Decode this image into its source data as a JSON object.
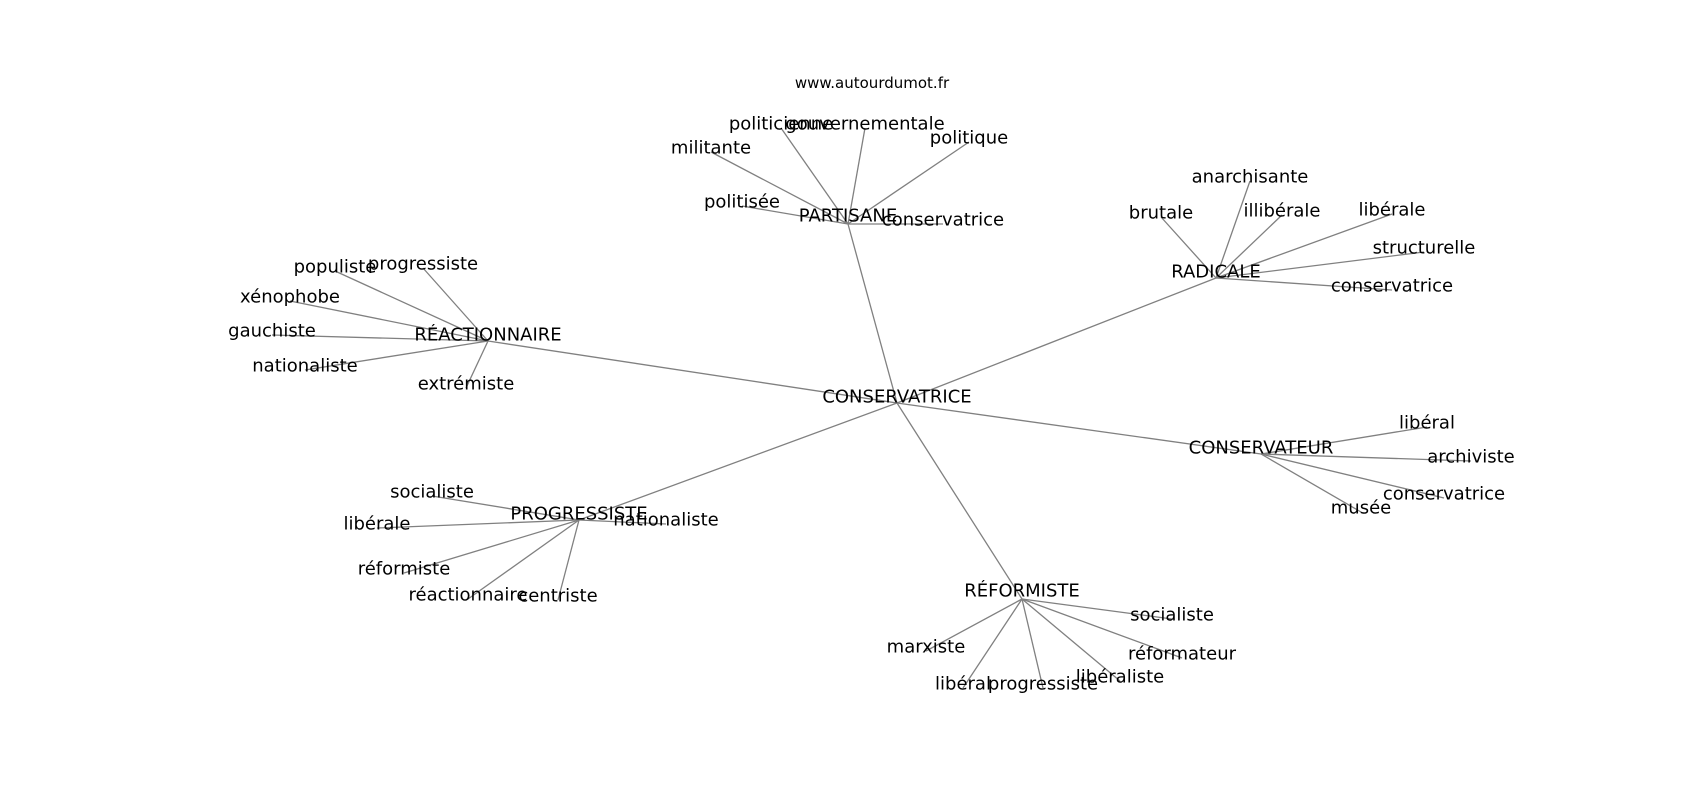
{
  "source_label": "www.autourdumot.fr",
  "colors": {
    "edge": "#808080",
    "text": "#000000",
    "background": "#ffffff"
  },
  "nodes": [
    {
      "id": "center",
      "label": "CONSERVATRICE"
    },
    {
      "id": "partisane",
      "label": "PARTISANE"
    },
    {
      "id": "p_politicienne",
      "label": "politicienne"
    },
    {
      "id": "p_gouvernementale",
      "label": "gouvernementale"
    },
    {
      "id": "p_politique",
      "label": "politique"
    },
    {
      "id": "p_militante",
      "label": "militante"
    },
    {
      "id": "p_politisee",
      "label": "politisée"
    },
    {
      "id": "p_conservatrice",
      "label": "conservatrice"
    },
    {
      "id": "radicale",
      "label": "RADICALE"
    },
    {
      "id": "r_anarchisante",
      "label": "anarchisante"
    },
    {
      "id": "r_brutale",
      "label": "brutale"
    },
    {
      "id": "r_illiberale",
      "label": "illibérale"
    },
    {
      "id": "r_liberale",
      "label": "libérale"
    },
    {
      "id": "r_structurelle",
      "label": "structurelle"
    },
    {
      "id": "r_conservatrice",
      "label": "conservatrice"
    },
    {
      "id": "reactionnaire",
      "label": "RÉACTIONNAIRE"
    },
    {
      "id": "re_populiste",
      "label": "populiste"
    },
    {
      "id": "re_progressiste",
      "label": "progressiste"
    },
    {
      "id": "re_xenophobe",
      "label": "xénophobe"
    },
    {
      "id": "re_gauchiste",
      "label": "gauchiste"
    },
    {
      "id": "re_nationaliste",
      "label": "nationaliste"
    },
    {
      "id": "re_extremiste",
      "label": "extrémiste"
    },
    {
      "id": "conservateur",
      "label": "CONSERVATEUR"
    },
    {
      "id": "c_liberal",
      "label": "libéral"
    },
    {
      "id": "c_archiviste",
      "label": "archiviste"
    },
    {
      "id": "c_conservatrice",
      "label": "conservatrice"
    },
    {
      "id": "c_musee",
      "label": "musée"
    },
    {
      "id": "progressiste",
      "label": "PROGRESSISTE"
    },
    {
      "id": "pr_socialiste",
      "label": "socialiste"
    },
    {
      "id": "pr_liberale",
      "label": "libérale"
    },
    {
      "id": "pr_nationaliste",
      "label": "nationaliste"
    },
    {
      "id": "pr_reformiste",
      "label": "réformiste"
    },
    {
      "id": "pr_reactionnaire",
      "label": "réactionnaire"
    },
    {
      "id": "pr_centriste",
      "label": "centriste"
    },
    {
      "id": "reformiste",
      "label": "RÉFORMISTE"
    },
    {
      "id": "rf_socialiste",
      "label": "socialiste"
    },
    {
      "id": "rf_marxiste",
      "label": "marxiste"
    },
    {
      "id": "rf_reformateur",
      "label": "réformateur"
    },
    {
      "id": "rf_liberal",
      "label": "libéral"
    },
    {
      "id": "rf_progressiste",
      "label": "progressiste"
    },
    {
      "id": "rf_liberaliste",
      "label": "libéraliste"
    }
  ],
  "edges": [
    [
      "center",
      "partisane"
    ],
    [
      "center",
      "radicale"
    ],
    [
      "center",
      "reactionnaire"
    ],
    [
      "center",
      "conservateur"
    ],
    [
      "center",
      "progressiste"
    ],
    [
      "center",
      "reformiste"
    ],
    [
      "partisane",
      "p_politicienne"
    ],
    [
      "partisane",
      "p_gouvernementale"
    ],
    [
      "partisane",
      "p_politique"
    ],
    [
      "partisane",
      "p_militante"
    ],
    [
      "partisane",
      "p_politisee"
    ],
    [
      "partisane",
      "p_conservatrice"
    ],
    [
      "radicale",
      "r_anarchisante"
    ],
    [
      "radicale",
      "r_brutale"
    ],
    [
      "radicale",
      "r_illiberale"
    ],
    [
      "radicale",
      "r_liberale"
    ],
    [
      "radicale",
      "r_structurelle"
    ],
    [
      "radicale",
      "r_conservatrice"
    ],
    [
      "reactionnaire",
      "re_populiste"
    ],
    [
      "reactionnaire",
      "re_progressiste"
    ],
    [
      "reactionnaire",
      "re_xenophobe"
    ],
    [
      "reactionnaire",
      "re_gauchiste"
    ],
    [
      "reactionnaire",
      "re_nationaliste"
    ],
    [
      "reactionnaire",
      "re_extremiste"
    ],
    [
      "conservateur",
      "c_liberal"
    ],
    [
      "conservateur",
      "c_archiviste"
    ],
    [
      "conservateur",
      "c_conservatrice"
    ],
    [
      "conservateur",
      "c_musee"
    ],
    [
      "progressiste",
      "pr_socialiste"
    ],
    [
      "progressiste",
      "pr_liberale"
    ],
    [
      "progressiste",
      "pr_nationaliste"
    ],
    [
      "progressiste",
      "pr_reformiste"
    ],
    [
      "progressiste",
      "pr_reactionnaire"
    ],
    [
      "progressiste",
      "pr_centriste"
    ],
    [
      "reformiste",
      "rf_socialiste"
    ],
    [
      "reformiste",
      "rf_marxiste"
    ],
    [
      "reformiste",
      "rf_reformateur"
    ],
    [
      "reformiste",
      "rf_liberal"
    ],
    [
      "reformiste",
      "rf_progressiste"
    ],
    [
      "reformiste",
      "rf_liberaliste"
    ]
  ]
}
